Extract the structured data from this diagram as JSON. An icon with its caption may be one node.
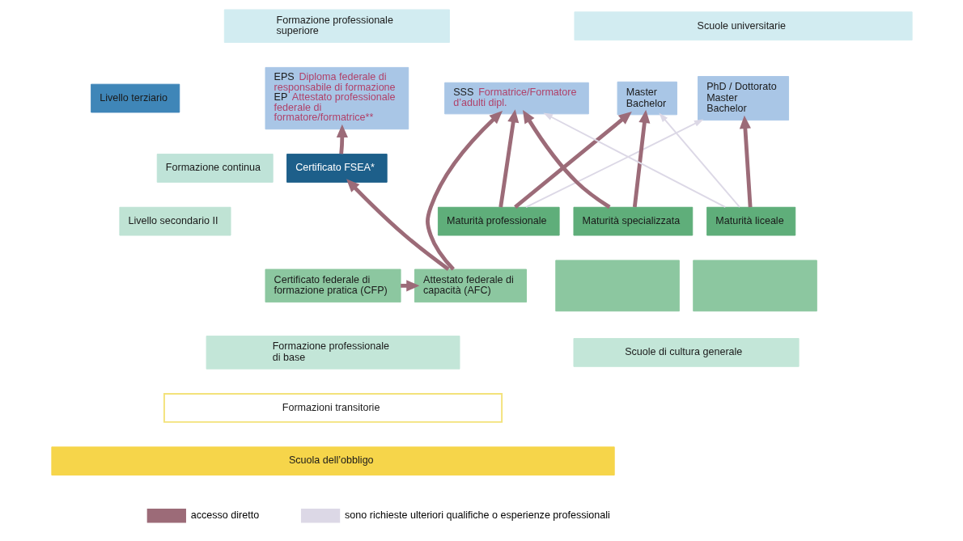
{
  "diagram": {
    "nodes": [
      {
        "text": [
          "Livello terziario"
        ]
      },
      {
        "text": [
          "Formazione professionale superiore"
        ]
      },
      {
        "text": [
          "Scuole universitarie"
        ]
      },
      {
        "text": [
          "EPS Diploma federale di responsabile di formazione",
          "EP Attestato professionale federale di formatore/formatrice**"
        ]
      },
      {
        "text": [
          "SSS Formatrice/Formatore d’adulti dipl."
        ]
      },
      {
        "text": [
          "Master",
          "Bachelor"
        ]
      },
      {
        "text": [
          "PhD / Dottorato",
          "Master",
          "Bachelor"
        ]
      },
      {
        "text": [
          "Certificato FSEA*"
        ]
      },
      {
        "text": [
          "Formazione continua"
        ]
      },
      {
        "text": [
          "Livello secondario II"
        ]
      },
      {
        "text": [
          "Maturità professionale"
        ]
      },
      {
        "text": [
          "Maturità specializzata"
        ]
      },
      {
        "text": [
          "Maturità liceale"
        ]
      },
      {
        "text": [
          "Certificato federale di formazione pratica (CFP)"
        ]
      },
      {
        "text": [
          "Attestato federale di capacità (AFC)"
        ]
      },
      {
        "text": [],
        "shape": "box"
      },
      {
        "text": [],
        "shape": "box"
      },
      {
        "text": [
          "Formazione professionale di base"
        ]
      },
      {
        "text": [
          "Scuole di cultura generale"
        ]
      },
      {
        "text": [
          "Formazioni transitorie"
        ]
      },
      {
        "text": [
          "Scuola dell’obbligo"
        ]
      }
    ],
    "edges": [
      {
        "from": 7,
        "to": 3,
        "arrow": "to"
      },
      {
        "from": 14,
        "to": 4,
        "arrow": "to"
      },
      {
        "from": 14,
        "to": 7,
        "arrow": "to"
      },
      {
        "from": 13,
        "to": 14,
        "arrow": "to"
      },
      {
        "from": 10,
        "to": 4,
        "arrow": "to"
      },
      {
        "from": 10,
        "to": 5,
        "arrow": "to"
      },
      {
        "from": 11,
        "to": 4,
        "arrow": "to"
      },
      {
        "from": 11,
        "to": 5,
        "arrow": "to"
      },
      {
        "from": 12,
        "to": 6,
        "arrow": "to"
      },
      {
        "from": 12,
        "to": 4,
        "arrow": "to",
        "color": "#dcd8e6"
      },
      {
        "from": 10,
        "to": 6,
        "arrow": "to",
        "color": "#dcd8e6"
      },
      {
        "from": 12,
        "to": 5,
        "arrow": "to",
        "color": "#dcd8e6"
      }
    ],
    "legend": [
      {
        "text": "accesso diretto"
      },
      {
        "text": "sono richieste ulteriori qualifiche o esperienze professionali"
      }
    ]
  }
}
